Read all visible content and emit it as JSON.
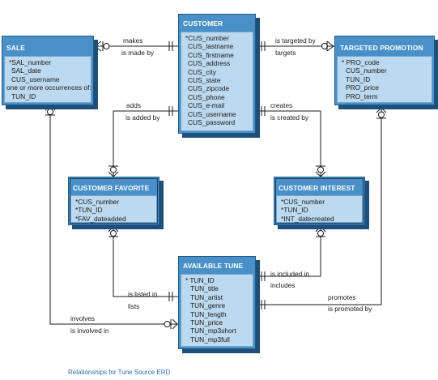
{
  "caption": "Relationships for Tune Source ERD",
  "entities": {
    "sale": {
      "title": "SALE",
      "attributes": [
        "*SAL_number",
        "SAL_date",
        "CUS_username",
        "one or more occurrences of:",
        "TUN_ID"
      ]
    },
    "customer": {
      "title": "CUSTOMER",
      "attributes": [
        "*CUS_number",
        "CUS_lastname",
        "CUS_firstname",
        "CUS_address",
        "CUS_city",
        "CUS_state",
        "CUS_zipcode",
        "CUS_phone",
        "CUS_e-mail",
        "CUS_username",
        "CUS_password"
      ]
    },
    "targeted_promotion": {
      "title": "TARGETED PROMOTION",
      "attributes": [
        "* PRO_code",
        "CUS_number",
        "TUN_ID",
        "PRO_price",
        "PRO_term"
      ]
    },
    "customer_favorite": {
      "title": "CUSTOMER FAVORITE",
      "attributes": [
        "*CUS_number",
        "*TUN_ID",
        "*FAV_dateadded"
      ]
    },
    "customer_interest": {
      "title": "CUSTOMER INTEREST",
      "attributes": [
        "*CUS_number",
        "*TUN_ID",
        "*INT_datecreated"
      ]
    },
    "available_tune": {
      "title": "AVAILABLE TUNE",
      "attributes": [
        "* TUN_ID",
        "TUN_title",
        "TUN_artist",
        "TUN_genre",
        "TUN_length",
        "TUN_price",
        "TUN_mp3short",
        "TUN_mp3full"
      ]
    }
  },
  "relationships": {
    "sale_customer": {
      "forward": "makes",
      "reverse": "is made by"
    },
    "customer_promotion": {
      "forward": "is targeted by",
      "reverse": "targets"
    },
    "customer_favorite": {
      "forward": "adds",
      "reverse": "is added by"
    },
    "customer_interest": {
      "forward": "creates",
      "reverse": "is created by"
    },
    "tune_interest": {
      "forward": "is included in",
      "reverse": "includes"
    },
    "tune_favorite": {
      "forward": "is listed in",
      "reverse": "lists"
    },
    "tune_promotion": {
      "forward": "promotes",
      "reverse": "is promoted by"
    },
    "tune_sale": {
      "forward": "involves",
      "reverse": "is involved in"
    }
  }
}
